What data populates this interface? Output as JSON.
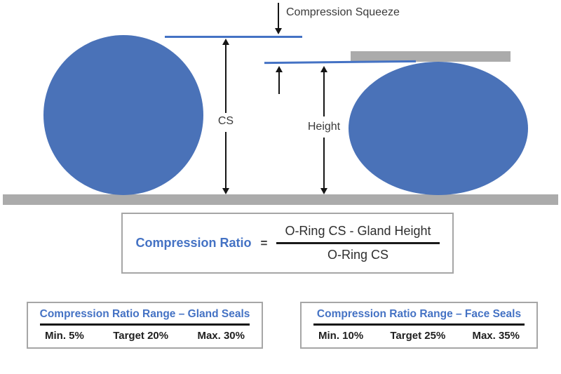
{
  "diagram": {
    "labels": {
      "compression_squeeze": "Compression Squeeze",
      "cs": "CS",
      "height": "Height"
    },
    "colors": {
      "oring_blue": "#4A72B8",
      "line_blue": "#4472C4",
      "plate_gray": "#ABABAB",
      "accent_blue": "#4472C4",
      "border_gray": "#A6A6A6",
      "arrow_black": "#151515"
    }
  },
  "formula": {
    "lhs": "Compression Ratio",
    "equals": "=",
    "numerator": "O-Ring CS - Gland Height",
    "denominator": "O-Ring CS"
  },
  "ranges": [
    {
      "title": "Compression Ratio Range – Gland Seals",
      "min": "Min. 5%",
      "target": "Target 20%",
      "max": "Max. 30%"
    },
    {
      "title": "Compression Ratio Range – Face Seals",
      "min": "Min. 10%",
      "target": "Target 25%",
      "max": "Max. 35%"
    }
  ]
}
